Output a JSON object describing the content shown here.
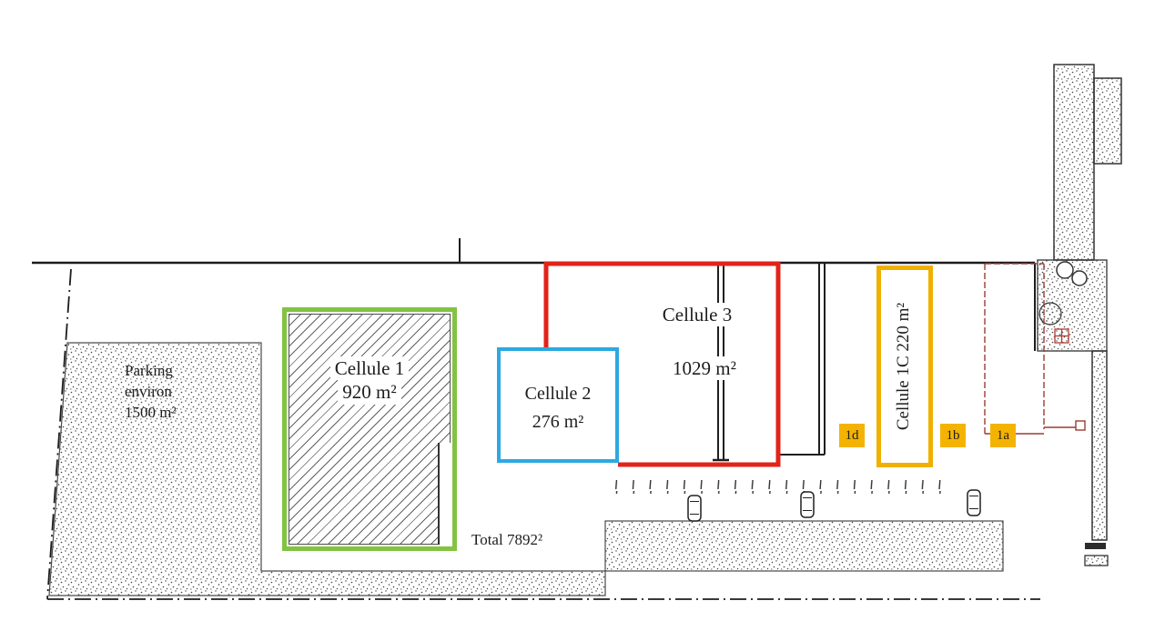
{
  "cells": {
    "c1": {
      "name": "Cellule 1",
      "area": "920 m²",
      "outline_color": "#82C341"
    },
    "c2": {
      "name": "Cellule 2",
      "area": "276 m²",
      "outline_color": "#2BA9E1"
    },
    "c3": {
      "name": "Cellule 3",
      "area": "1029 m²",
      "outline_color": "#E2231A"
    },
    "c1c": {
      "label": "Cellule 1C 220 m²",
      "outline_color": "#F0B000"
    }
  },
  "markers": {
    "m1d": "1d",
    "m1b": "1b",
    "m1a": "1a",
    "highlight_color": "#F5B301"
  },
  "parking": {
    "line1": "Parking",
    "line2": "environ",
    "line3": "1500 m²"
  },
  "total_label": "Total 7892²",
  "icons": [
    "tree-icon",
    "bush-icon",
    "car-icon",
    "drain-icon"
  ]
}
